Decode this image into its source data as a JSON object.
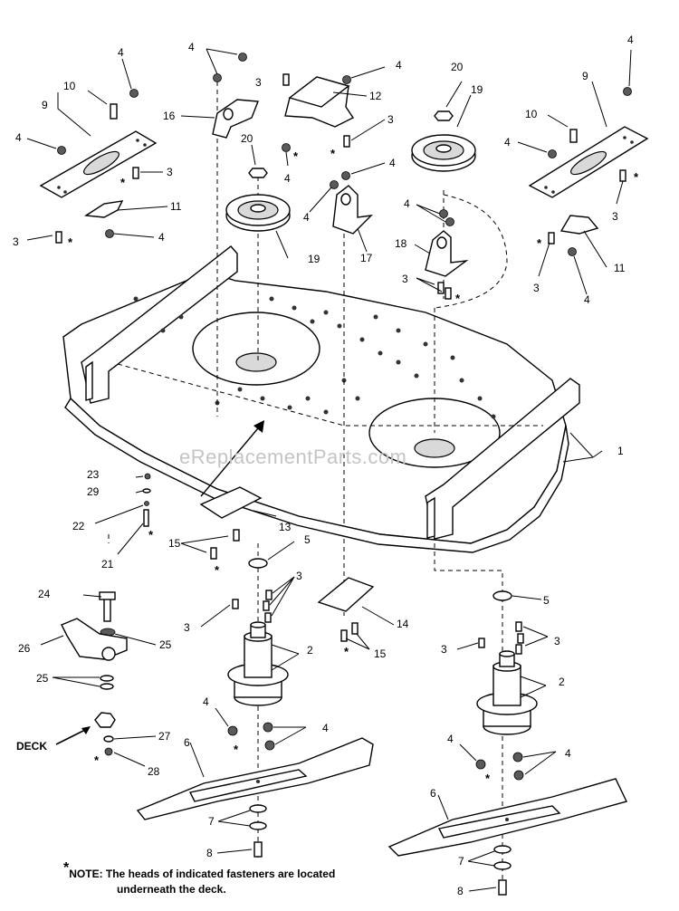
{
  "watermark": "eReplacementParts.com",
  "deck_label": "DECK",
  "note": {
    "marker": "*",
    "line1": "NOTE: The heads of indicated fasteners are located",
    "line2": "underneath the deck."
  },
  "callouts": {
    "c1": "1",
    "c2a": "2",
    "c2b": "2",
    "c3": "3",
    "c4": "4",
    "c5": "5",
    "c6": "6",
    "c7": "7",
    "c8": "8",
    "c9": "9",
    "c10": "10",
    "c11": "11",
    "c12": "12",
    "c13": "13",
    "c14": "14",
    "c15": "15",
    "c16": "16",
    "c17": "17",
    "c18": "18",
    "c19": "19",
    "c20": "20",
    "c21": "21",
    "c22": "22",
    "c23": "23",
    "c24": "24",
    "c25": "25",
    "c26": "26",
    "c27": "27",
    "c28": "28",
    "c29": "29",
    "star": "*"
  }
}
